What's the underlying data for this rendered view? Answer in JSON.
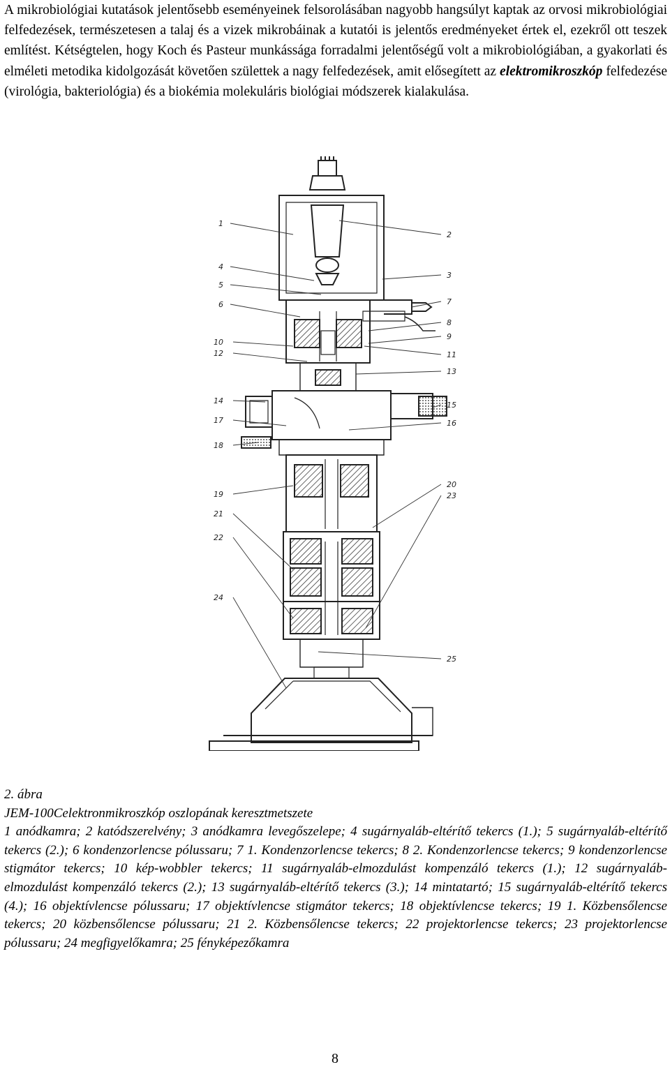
{
  "intro": {
    "part1": "A mikrobiológiai kutatások jelentősebb eseményeinek felsorolásában nagyobb hangsúlyt kaptak az orvosi mikrobiológiai felfedezések, természetesen a talaj és a vizek mikrobáinak a kutatói is jelentős eredményeket értek el, ezekről ott teszek említést. Kétségtelen, hogy Koch és Pasteur munkássága forradalmi jelentőségű volt a mikrobiológiában, a gyakorlati és elméleti metodika kidolgozását követően születtek a nagy felfedezések, amit elősegített az ",
    "emphasis": "elektromikroszkóp",
    "part2": " felfedezése (virológia, bakteriológia) és a biokémia molekuláris biológiai módszerek kialakulása."
  },
  "figure": {
    "callouts_left": [
      "1",
      "4",
      "5",
      "6",
      "10",
      "12",
      "14",
      "17",
      "18",
      "19",
      "21",
      "22",
      "24"
    ],
    "callouts_right": [
      "2",
      "3",
      "7",
      "8",
      "9",
      "11",
      "13",
      "15",
      "16",
      "20",
      "23",
      "25"
    ]
  },
  "caption": {
    "number": "2. ábra",
    "title": "JEM-100Celektronmikroszkóp oszlopának keresztmetszete",
    "legend": "1 anódkamra; 2 katódszerelvény; 3 anódkamra levegőszelepe; 4 sugárnyaláb-eltérítő tekercs (1.); 5 sugárnyaláb-eltérítő tekercs (2.); 6 kondenzorlencse pólussaru; 7 1. Kondenzorlencse tekercs; 8 2. Kondenzorlencse tekercs; 9 kondenzorlencse stigmátor tekercs; 10 kép-wobbler tekercs; 11 sugárnyaláb-elmozdulást kompenzáló tekercs (1.); 12 sugárnyaláb-elmozdulást kompenzáló tekercs (2.); 13 sugárnyaláb-eltérítő tekercs (3.); 14 mintatartó; 15 sugárnyaláb-eltérítő tekercs (4.); 16 objektívlencse pólussaru; 17 objektívlencse stigmátor tekercs; 18 objektívlencse tekercs; 19 1. Közbensőlencse tekercs; 20 közbensőlencse pólussaru; 21 2. Közbensőlencse tekercs; 22 projektorlencse tekercs; 23 projektorlencse pólussaru; 24 megfigyelőkamra; 25 fényképezőkamra"
  },
  "page_number": "8"
}
